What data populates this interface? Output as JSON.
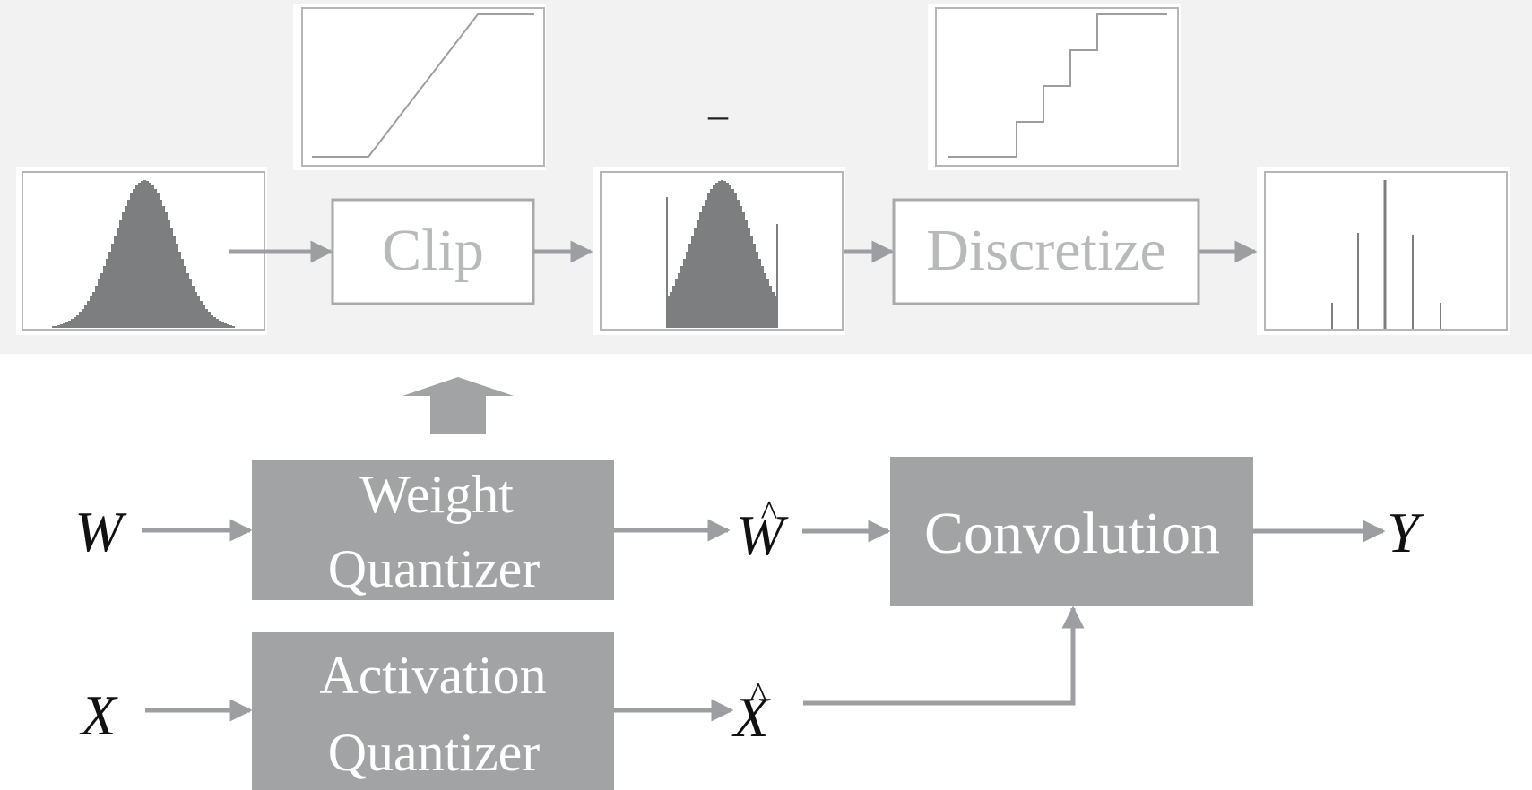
{
  "top_panel": {
    "clip_label": "Clip",
    "discretize_label": "Discretize",
    "minus_sign": "–"
  },
  "quantizers": {
    "weight_line1": "Weight",
    "weight_line2": "Quantizer",
    "activation_line1": "Activation",
    "activation_line2": "Quantizer"
  },
  "variables": {
    "w": "W",
    "x": "X",
    "w_hat": "W",
    "x_hat": "X",
    "y": "Y",
    "hat": "^"
  },
  "convolution_label": "Convolution",
  "colors": {
    "panel_bg": "#f2f2f2",
    "block_fill": "#a2a3a5",
    "arrow": "#9d9ea1",
    "hist_fill": "#7d7e80",
    "box_border": "#a8a9ab",
    "light_text": "#b8b9bb"
  }
}
